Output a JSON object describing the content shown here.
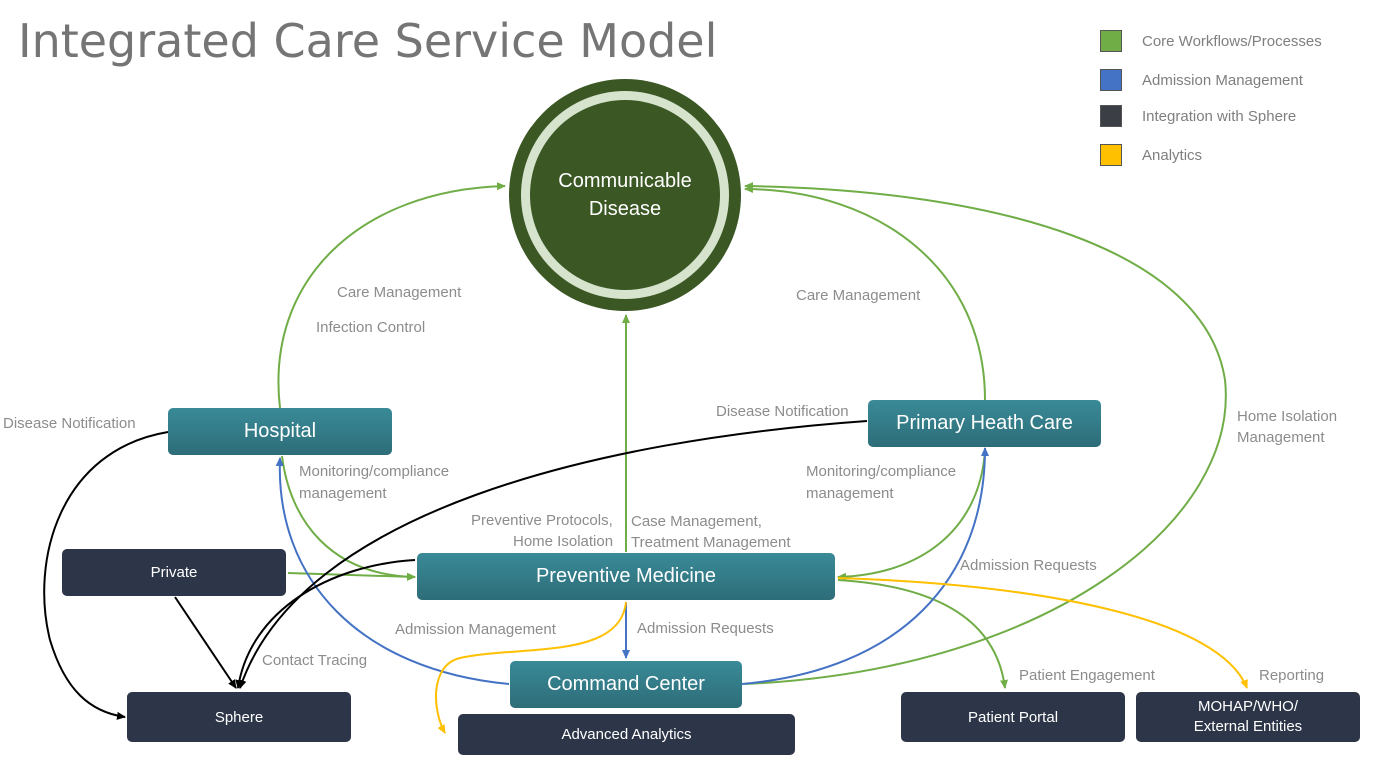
{
  "title": "Integrated Care Service Model",
  "legend": [
    {
      "label": "Core Workflows/Processes",
      "color": "#70ad47"
    },
    {
      "label": "Admission Management",
      "color": "#4472c4"
    },
    {
      "label": "Integration with Sphere",
      "color": "#3b3f45"
    },
    {
      "label": "Analytics",
      "color": "#ffc000"
    }
  ],
  "nodes": {
    "center_line1": "Communicable",
    "center_line2": "Disease",
    "hospital": "Hospital",
    "primary": "Primary Heath Care",
    "preventive": "Preventive Medicine",
    "command": "Command Center",
    "private": "Private",
    "sphere": "Sphere",
    "analytics": "Advanced Analytics",
    "portal": "Patient Portal",
    "mohap_line1": "MOHAP/WHO/",
    "mohap_line2": "External Entities"
  },
  "labels": {
    "care_mgmt_left": "Care Management",
    "infection": "Infection Control",
    "care_mgmt_right": "Care Management",
    "disease_notif_left": "Disease Notification",
    "disease_notif_right": "Disease Notification",
    "home_iso_1": "Home Isolation",
    "home_iso_2": "Management",
    "monitor_left_1": "Monitoring/compliance",
    "monitor_left_2": "management",
    "monitor_right_1": "Monitoring/compliance",
    "monitor_right_2": "management",
    "prev_protocols_1": "Preventive Protocols,",
    "prev_protocols_2": "Home Isolation",
    "case_mgmt_1": "Case Management,",
    "case_mgmt_2": "Treatment Management",
    "admission_requests_right": "Admission Requests",
    "admission_mgmt": "Admission Management",
    "admission_requests_center": "Admission Requests",
    "contact_tracing": "Contact Tracing",
    "patient_engagement": "Patient Engagement",
    "reporting": "Reporting"
  },
  "colors": {
    "green": "#70ad47",
    "blue": "#4472c4",
    "black": "#000000",
    "yellow": "#ffc000"
  }
}
